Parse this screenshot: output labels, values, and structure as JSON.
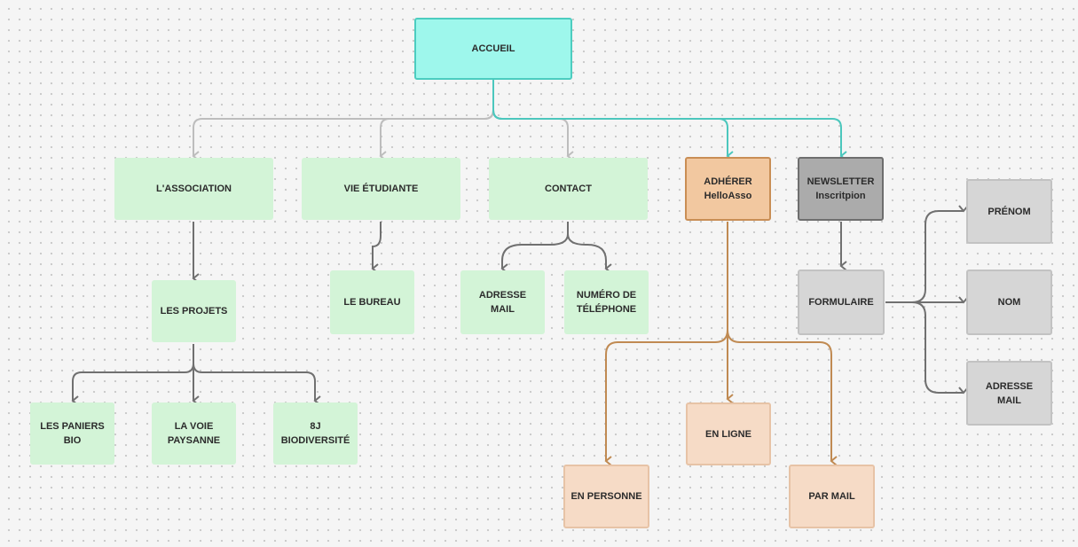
{
  "diagram": {
    "nodes": {
      "accueil": "ACCUEIL",
      "association": "L'ASSOCIATION",
      "projets": "LES PROJETS",
      "paniers": "LES PANIERS\nBIO",
      "voie": "LA VOIE\nPAYSANNE",
      "biodiv": "8J\nBIODIVERSITÉ",
      "vie": "VIE ÉTUDIANTE",
      "bureau": "LE BUREAU",
      "contact": "CONTACT",
      "adresse_mail": "ADRESSE\nMAIL",
      "telephone": "NUMÉRO DE\nTÉLÉPHONE",
      "adherer": "ADHÉRER\nHelloAsso",
      "en_ligne": "EN LIGNE",
      "en_personne": "EN PERSONNE",
      "par_mail": "PAR MAIL",
      "newsletter": "NEWSLETTER\nInscritpion",
      "formulaire": "FORMULAIRE",
      "prenom": "PRÉNOM",
      "nom": "NOM",
      "adresse_mail_form": "ADRESSE\nMAIL"
    }
  },
  "colors": {
    "connector_light": "#bdbdbd",
    "connector_dark": "#707070",
    "connector_teal": "#4cc7bd",
    "connector_orange": "#c08a52"
  }
}
